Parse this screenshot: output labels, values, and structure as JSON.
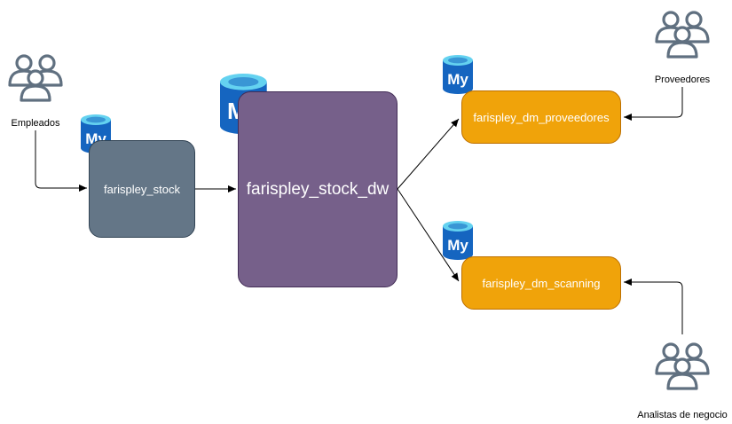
{
  "nodes": {
    "stock": {
      "label": "farispley_stock",
      "fill": "#647687"
    },
    "stock_dw": {
      "label": "farispley_stock_dw",
      "fill": "#76608a"
    },
    "dm_proveedores": {
      "label": "farispley_dm_proveedores",
      "fill": "#f0a30a"
    },
    "dm_scanning": {
      "label": "farispley_dm_scanning",
      "fill": "#f0a30a"
    }
  },
  "actors": {
    "empleados": "Empleados",
    "proveedores": "Proveedores",
    "analistas": "Analistas de negocio"
  },
  "database_icon": {
    "name": "mysql-database-icon",
    "text": "My",
    "color": "#1565c0"
  },
  "actor_icon": {
    "name": "user-group-icon",
    "color": "#607080"
  },
  "edges": [
    {
      "from": "empleados",
      "to": "stock"
    },
    {
      "from": "stock",
      "to": "stock_dw"
    },
    {
      "from": "stock_dw",
      "to": "dm_proveedores"
    },
    {
      "from": "stock_dw",
      "to": "dm_scanning"
    },
    {
      "from": "proveedores",
      "to": "dm_proveedores"
    },
    {
      "from": "analistas",
      "to": "dm_scanning"
    }
  ]
}
